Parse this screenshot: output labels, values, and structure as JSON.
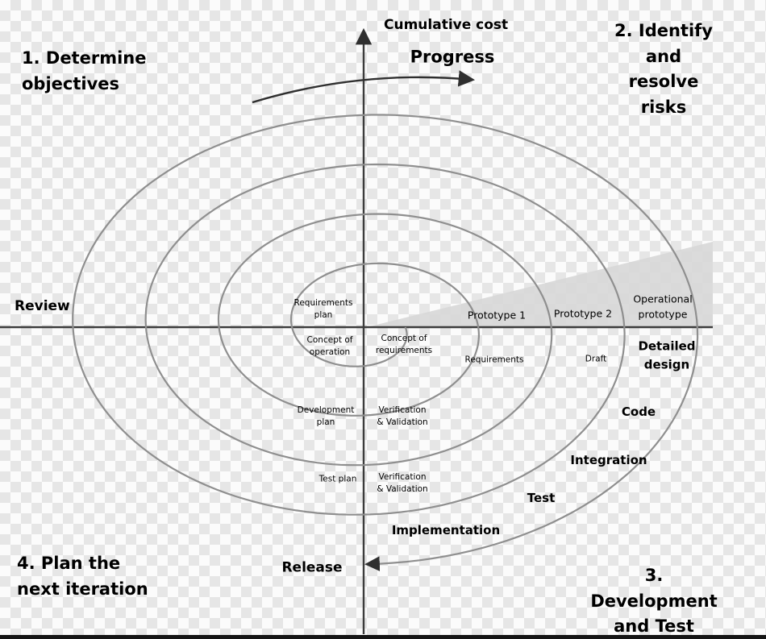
{
  "colors": {
    "spiral": "#8f8f8f",
    "axis": "#3c3c3c",
    "arrow": "#2f2f2f",
    "wedge": "#d7d7d7",
    "text": "#000000",
    "checker_light": "#fbfbfb",
    "checker_dark": "#e6e6e6"
  },
  "labels": {
    "cumulative_cost": "Cumulative cost",
    "progress": "Progress",
    "q1": "1. Determine\nobjectives",
    "q2": "2. Identify and\nresolve risks",
    "q3": "3. Development\nand Test",
    "q4": "4. Plan the\nnext iteration",
    "review": "Review",
    "release": "Release",
    "requirements_plan": "Requirements\nplan",
    "concept_operation": "Concept of\noperation",
    "concept_requirements": "Concept of\nrequirements",
    "development_plan": "Development\nplan",
    "verification_validation_1": "Verification\n& Validation",
    "test_plan": "Test plan",
    "verification_validation_2": "Verification\n& Validation",
    "prototype_1": "Prototype 1",
    "prototype_2": "Prototype 2",
    "operational_prototype": "Operational\nprototype",
    "requirements": "Requirements",
    "draft": "Draft",
    "detailed_design": "Detailed\ndesign",
    "code": "Code",
    "integration": "Integration",
    "test": "Test",
    "implementation": "Implementation"
  }
}
